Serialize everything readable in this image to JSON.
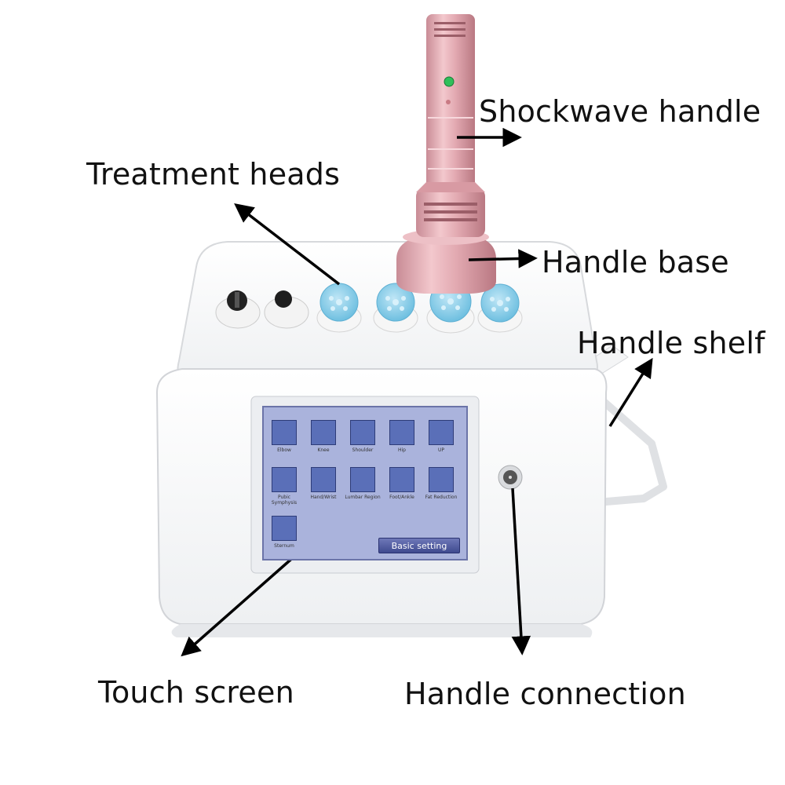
{
  "labels": {
    "shockwave_handle": "Shockwave handle",
    "treatment_heads": "Treatment heads",
    "handle_base": "Handle base",
    "handle_shelf": "Handle shelf",
    "touch_screen": "Touch screen",
    "handle_connection": "Handle connection"
  },
  "screen": {
    "button": "Basic setting",
    "tiles": [
      {
        "label": "Elbow"
      },
      {
        "label": "Knee"
      },
      {
        "label": "Shoulder"
      },
      {
        "label": "Hip"
      },
      {
        "label": "UP"
      },
      {
        "label": "Pubic Symphysis"
      },
      {
        "label": "Hand/Wrist"
      },
      {
        "label": "Lumbar Region"
      },
      {
        "label": "Foot/Ankle"
      },
      {
        "label": "Fat Reduction"
      },
      {
        "label": "Sternum"
      }
    ]
  },
  "colors": {
    "handle": "#e2a9b1",
    "heads": "#8fd0ec",
    "screen": "#aab3dc",
    "device": "#ffffff"
  }
}
